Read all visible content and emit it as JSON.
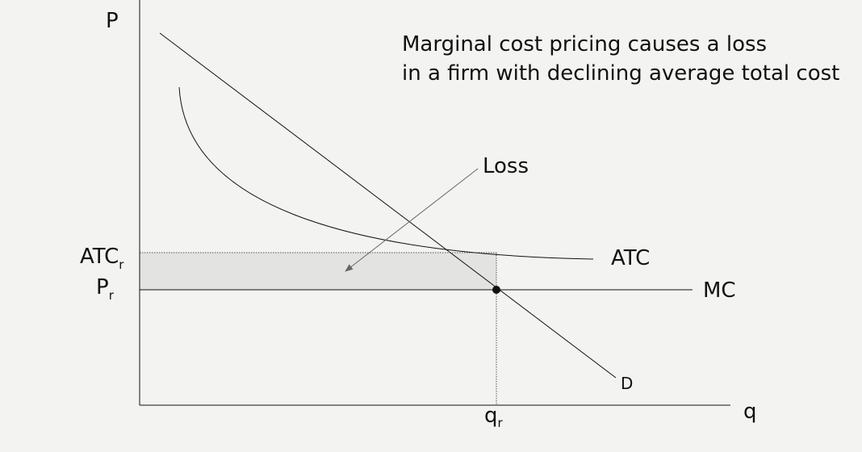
{
  "diagram": {
    "title_line1": "Marginal cost pricing causes a loss",
    "title_line2": "in a firm with declining average total cost",
    "axis_p": "P",
    "axis_q": "q",
    "label_atc_r": "ATC",
    "label_atc_r_sub": "r",
    "label_p_r": "P",
    "label_p_r_sub": "r",
    "label_q_r": "q",
    "label_q_r_sub": "r",
    "label_atc": "ATC",
    "label_mc": "MC",
    "label_d": "D",
    "label_loss": "Loss",
    "colors": {
      "background": "#f3f3f1",
      "line": "#111111",
      "loss_area": "#e3e3e1",
      "dotted": "#555555",
      "arrow": "#666666"
    }
  }
}
